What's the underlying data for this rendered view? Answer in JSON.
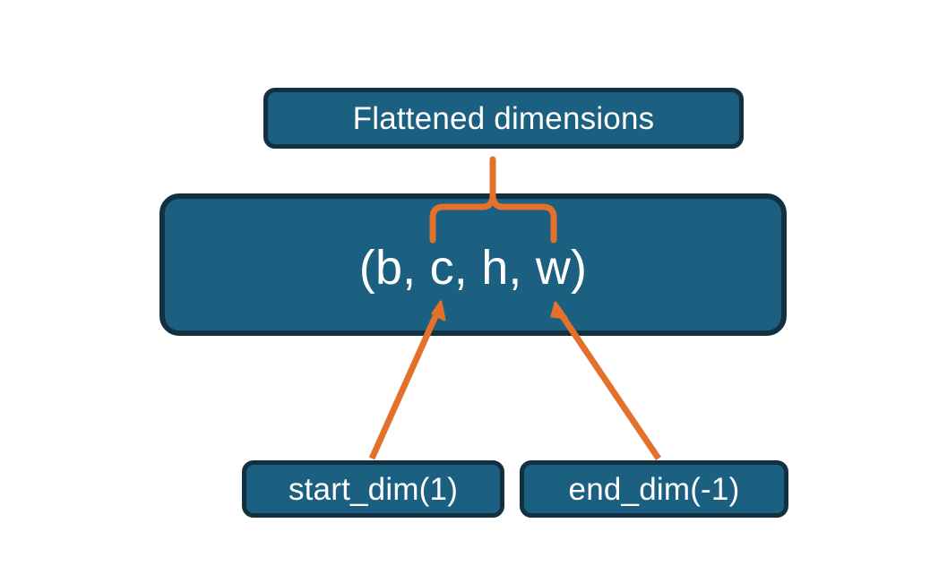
{
  "diagram": {
    "title_node": {
      "label": "Flattened dimensions",
      "name": "flattened-dimensions-node"
    },
    "shape_node": {
      "label": "(b, c, h, w)",
      "name": "tensor-shape-node"
    },
    "start_node": {
      "label": "start_dim(1)",
      "name": "start-dim-node"
    },
    "end_node": {
      "label": "end_dim(-1)",
      "name": "end-dim-node"
    },
    "connectors": {
      "brace": {
        "name": "flattened-range-brace",
        "description": "curly brace spanning c, h, w"
      },
      "start_arrow": {
        "name": "start-dim-arrow",
        "description": "arrow from start_dim(1) to c"
      },
      "end_arrow": {
        "name": "end-dim-arrow",
        "description": "arrow from end_dim(-1) to w"
      }
    },
    "colors": {
      "node_fill": "#1b6080",
      "node_border": "#12303f",
      "node_text": "#ffffff",
      "accent": "#e3712c",
      "background": "#ffffff"
    }
  }
}
